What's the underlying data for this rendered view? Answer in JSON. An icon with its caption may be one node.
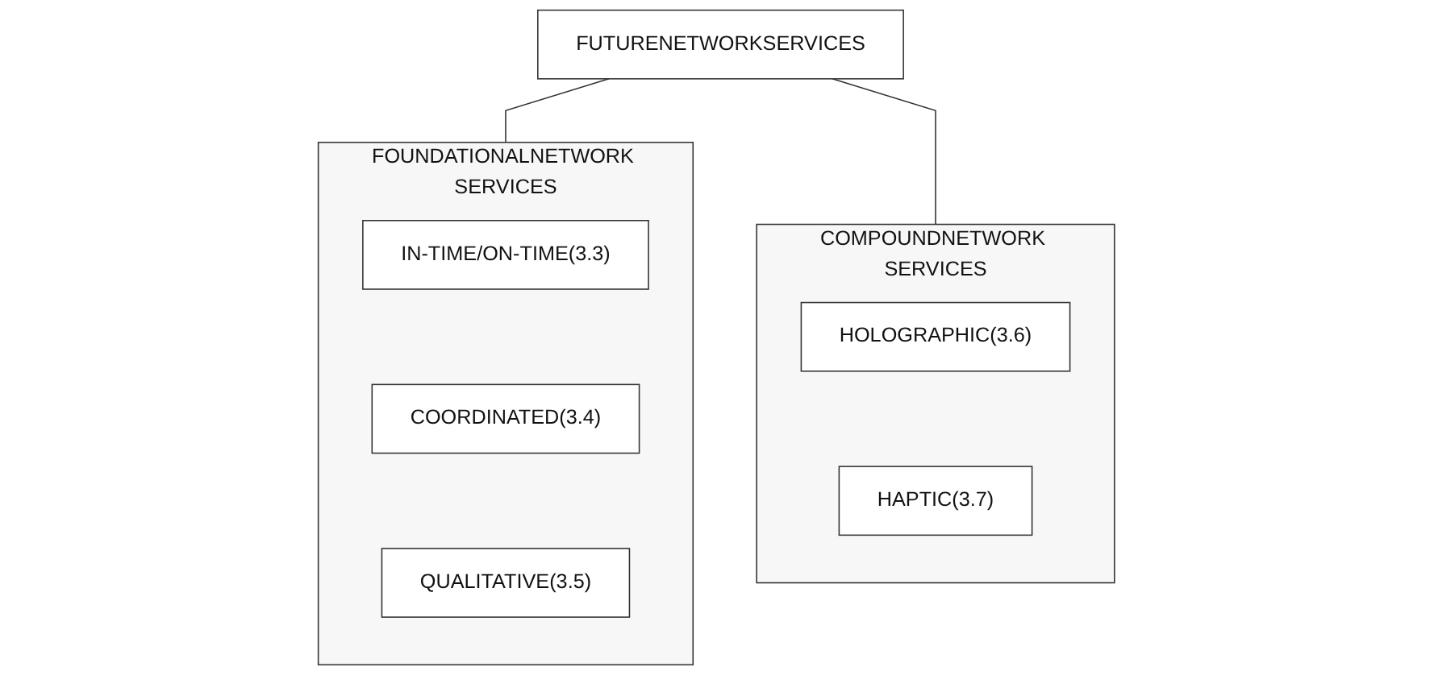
{
  "diagram": {
    "nodes": [
      {
        "text": [
          "FUTURENETWORKSERVICES"
        ]
      },
      {
        "text": [
          "FOUNDATIONALNETWORK SERVICES"
        ]
      },
      {
        "text": [
          "IN-TIME/ON-TIME(3.3)"
        ],
        "in": 1
      },
      {
        "text": [
          "COORDINATED(3.4)"
        ],
        "in": 1
      },
      {
        "text": [
          "QUALITATIVE(3.5)"
        ],
        "in": 1
      },
      {
        "text": [
          "COMPOUNDNETWORK SERVICES"
        ]
      },
      {
        "text": [
          "HOLOGRAPHIC(3.6)"
        ],
        "in": 5
      },
      {
        "text": [
          "HAPTIC(3.7)"
        ],
        "in": 5
      }
    ],
    "edges": [
      {
        "from": 0,
        "to": 1,
        "arrow": "none"
      },
      {
        "from": 0,
        "to": 5,
        "arrow": "none"
      }
    ]
  }
}
